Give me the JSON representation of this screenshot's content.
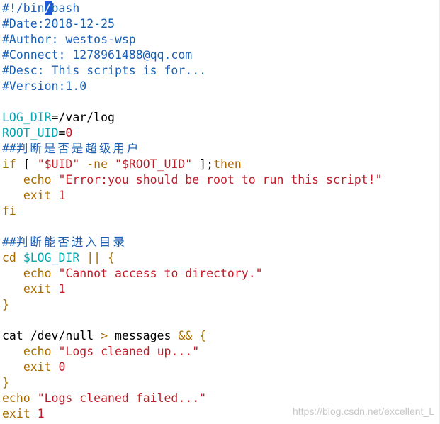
{
  "editor": {
    "lines": [
      {
        "tokens": [
          {
            "text": "#!/bin",
            "color": "#1a5fb4"
          },
          {
            "text": "/",
            "color": "#1a5fb4",
            "cursor": true
          },
          {
            "text": "bash",
            "color": "#1a5fb4"
          }
        ]
      },
      {
        "tokens": [
          {
            "text": "#Date:2018-12-25",
            "color": "#1a5fb4"
          }
        ]
      },
      {
        "tokens": [
          {
            "text": "#Author: westos-wsp",
            "color": "#1a5fb4"
          }
        ]
      },
      {
        "tokens": [
          {
            "text": "#Connect: 1278961488@qq.com",
            "color": "#1a5fb4"
          }
        ]
      },
      {
        "tokens": [
          {
            "text": "#Desc: This scripts is for...",
            "color": "#1a5fb4"
          }
        ]
      },
      {
        "tokens": [
          {
            "text": "#Version:1.0",
            "color": "#1a5fb4"
          }
        ]
      },
      {
        "tokens": []
      },
      {
        "tokens": [
          {
            "text": "LOG_DIR",
            "color": "#0aa3b0"
          },
          {
            "text": "=/var/log",
            "color": "#000000"
          }
        ]
      },
      {
        "tokens": [
          {
            "text": "ROOT_UID",
            "color": "#0aa3b0"
          },
          {
            "text": "=",
            "color": "#000000"
          },
          {
            "text": "0",
            "color": "#c01c28"
          }
        ]
      },
      {
        "tokens": [
          {
            "text": "##",
            "color": "#1a5fb4"
          },
          {
            "text": "判断是否是超级用户",
            "color": "#1a5fb4",
            "cjk": true
          }
        ]
      },
      {
        "tokens": [
          {
            "text": "if",
            "color": "#a66a00"
          },
          {
            "text": " [ ",
            "color": "#000000"
          },
          {
            "text": "\"$UID\"",
            "color": "#c01c28"
          },
          {
            "text": " -ne ",
            "color": "#a66a00"
          },
          {
            "text": "\"$ROOT_UID\"",
            "color": "#c01c28"
          },
          {
            "text": " ];",
            "color": "#000000"
          },
          {
            "text": "then",
            "color": "#a66a00"
          }
        ]
      },
      {
        "tokens": [
          {
            "text": "   ",
            "color": "#000000"
          },
          {
            "text": "echo",
            "color": "#a66a00"
          },
          {
            "text": " ",
            "color": "#000000"
          },
          {
            "text": "\"Error:you should be root to run this script!\"",
            "color": "#c01c28"
          }
        ]
      },
      {
        "tokens": [
          {
            "text": "   ",
            "color": "#000000"
          },
          {
            "text": "exit",
            "color": "#a66a00"
          },
          {
            "text": " ",
            "color": "#000000"
          },
          {
            "text": "1",
            "color": "#c01c28"
          }
        ]
      },
      {
        "tokens": [
          {
            "text": "fi",
            "color": "#a66a00"
          }
        ]
      },
      {
        "tokens": []
      },
      {
        "tokens": [
          {
            "text": "##",
            "color": "#1a5fb4"
          },
          {
            "text": "判断能否进入目录",
            "color": "#1a5fb4",
            "cjk": true
          }
        ]
      },
      {
        "tokens": [
          {
            "text": "cd",
            "color": "#a66a00"
          },
          {
            "text": " ",
            "color": "#000000"
          },
          {
            "text": "$LOG_DIR",
            "color": "#0aa3b0"
          },
          {
            "text": " || {",
            "color": "#a66a00"
          }
        ]
      },
      {
        "tokens": [
          {
            "text": "   ",
            "color": "#000000"
          },
          {
            "text": "echo",
            "color": "#a66a00"
          },
          {
            "text": " ",
            "color": "#000000"
          },
          {
            "text": "\"Cannot access to directory.\"",
            "color": "#c01c28"
          }
        ]
      },
      {
        "tokens": [
          {
            "text": "   ",
            "color": "#000000"
          },
          {
            "text": "exit",
            "color": "#a66a00"
          },
          {
            "text": " ",
            "color": "#000000"
          },
          {
            "text": "1",
            "color": "#c01c28"
          }
        ]
      },
      {
        "tokens": [
          {
            "text": "}",
            "color": "#a66a00"
          }
        ]
      },
      {
        "tokens": []
      },
      {
        "tokens": [
          {
            "text": "cat /dev/null ",
            "color": "#000000"
          },
          {
            "text": ">",
            "color": "#a66a00"
          },
          {
            "text": " messages ",
            "color": "#000000"
          },
          {
            "text": "&& {",
            "color": "#a66a00"
          }
        ]
      },
      {
        "tokens": [
          {
            "text": "   ",
            "color": "#000000"
          },
          {
            "text": "echo",
            "color": "#a66a00"
          },
          {
            "text": " ",
            "color": "#000000"
          },
          {
            "text": "\"Logs cleaned up...\"",
            "color": "#c01c28"
          }
        ]
      },
      {
        "tokens": [
          {
            "text": "   ",
            "color": "#000000"
          },
          {
            "text": "exit",
            "color": "#a66a00"
          },
          {
            "text": " ",
            "color": "#000000"
          },
          {
            "text": "0",
            "color": "#c01c28"
          }
        ]
      },
      {
        "tokens": [
          {
            "text": "}",
            "color": "#a66a00"
          }
        ]
      },
      {
        "tokens": [
          {
            "text": "echo",
            "color": "#a66a00"
          },
          {
            "text": " ",
            "color": "#000000"
          },
          {
            "text": "\"Logs cleaned failed...\"",
            "color": "#c01c28"
          }
        ]
      },
      {
        "tokens": [
          {
            "text": "exit",
            "color": "#a66a00"
          },
          {
            "text": " ",
            "color": "#000000"
          },
          {
            "text": "1",
            "color": "#c01c28"
          }
        ]
      }
    ]
  },
  "watermark": "https://blog.csdn.net/excellent_L"
}
